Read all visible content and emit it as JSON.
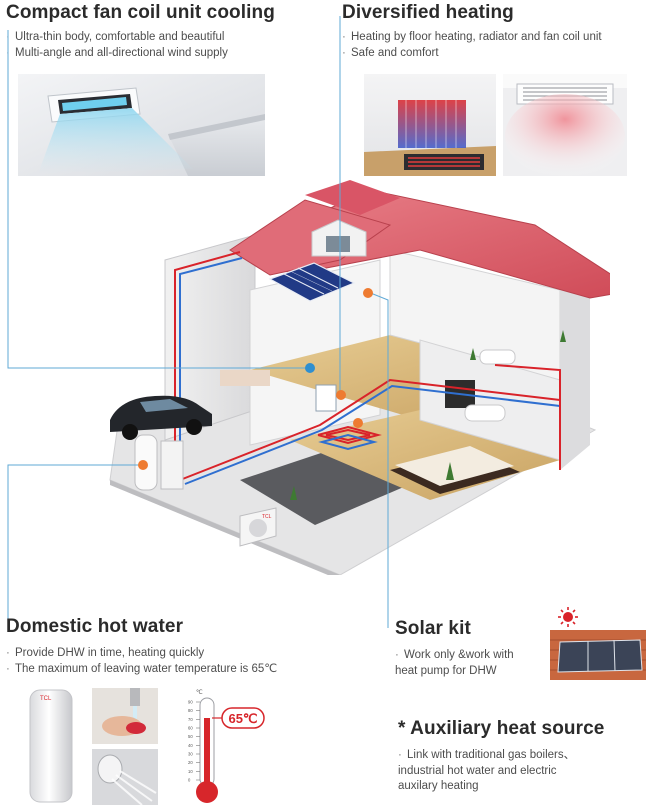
{
  "sections": {
    "fan_cooling": {
      "title": "Compact fan coil unit cooling",
      "bullets": [
        "Ultra-thin body, comfortable and beautiful",
        "Multi-angle and all-directional wind supply"
      ]
    },
    "heating": {
      "title": "Diversified heating",
      "bullets": [
        "Heating by floor heating, radiator and fan coil unit",
        "Safe and comfort"
      ]
    },
    "dhw": {
      "title": "Domestic hot water",
      "bullets": [
        "Provide DHW in time, heating quickly",
        "The maximum of leaving water temperature is 65℃"
      ]
    },
    "solar": {
      "title": "Solar kit",
      "bullets": [
        "Work only &work with heat pump for DHW"
      ]
    },
    "aux": {
      "title": "* Auxiliary heat source",
      "bullets": [
        "Link with traditional gas boilers、industrial hot water and electric auxilary heating"
      ]
    }
  },
  "thermometer": {
    "unit": "℃",
    "reading": "65℃",
    "ticks": [
      "90",
      "80",
      "70",
      "60",
      "50",
      "40",
      "30",
      "20",
      "10",
      "0"
    ]
  },
  "tank_brand": "TCL",
  "ac_brand": "TCL",
  "colors": {
    "accent_orange": "#ee7b31",
    "accent_blue": "#2f8fd0",
    "leader_blue": "#5fa9d6",
    "thermo_red": "#d7262b",
    "roof_red": "#e05a64"
  }
}
